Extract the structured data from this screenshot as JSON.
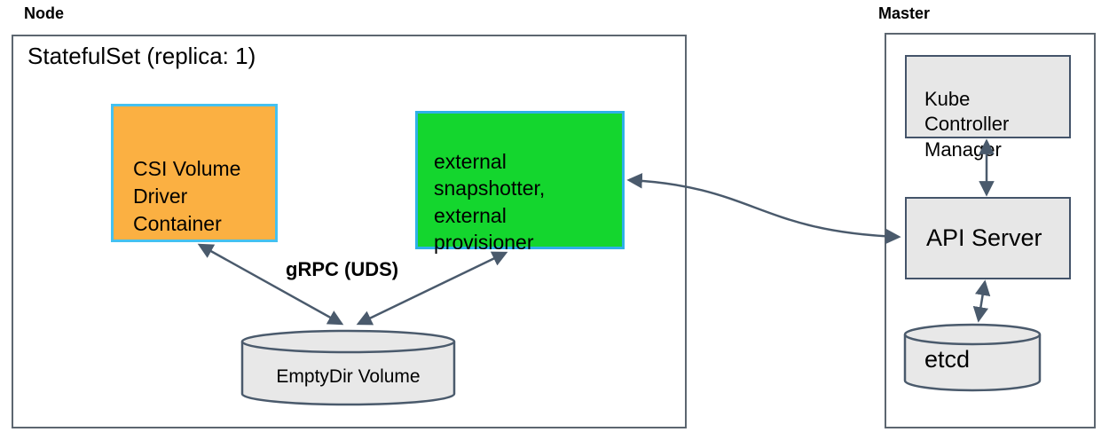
{
  "diagram": {
    "node_group": {
      "label": "Node",
      "statefulset_label": "StatefulSet (replica: 1)",
      "csi_driver_box": {
        "label": "CSI Volume Driver Container"
      },
      "sidecar_box": {
        "label": "external snapshotter, external provisioner"
      },
      "grpc_label": "gRPC (UDS)",
      "emptydir_cylinder": {
        "label": "EmptyDir Volume"
      }
    },
    "master_group": {
      "label": "Master",
      "kube_controller_manager_box": {
        "label": "Kube Controller Manager"
      },
      "api_server_box": {
        "label": "API Server"
      },
      "etcd_cylinder": {
        "label": "etcd"
      }
    },
    "colors": {
      "csi_box_fill": "#FBB042",
      "sidecar_box_fill": "#14D62E",
      "highlight_border_cyan": "#2FB0E8",
      "gray_box_fill": "#E7E7E7",
      "gray_box_border": "#44546A",
      "outer_box_border": "#5C6670",
      "cylinder_fill": "#E8E8E8",
      "arrow_color": "#4A5A6C",
      "text_color": "#000000"
    }
  }
}
